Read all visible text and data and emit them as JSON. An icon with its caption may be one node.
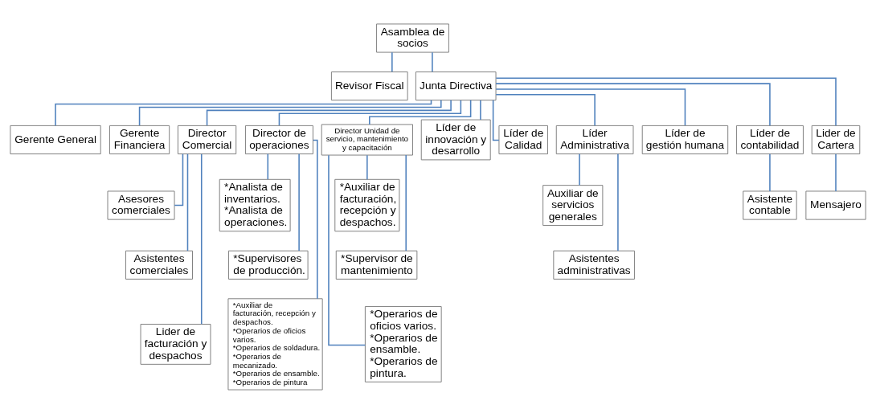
{
  "diagram": {
    "nodes": [
      {
        "text": [
          "Asamblea de socios"
        ]
      },
      {
        "text": [
          "Revisor Fiscal"
        ]
      },
      {
        "text": [
          "Junta Directiva"
        ]
      },
      {
        "text": [
          "Gerente General"
        ]
      },
      {
        "text": [
          "Gerente Financiera"
        ]
      },
      {
        "text": [
          "Director Comercial"
        ]
      },
      {
        "text": [
          "Director de operaciones"
        ]
      },
      {
        "text": [
          "Director Unidad de servicio, mantenimiento y capacitación"
        ]
      },
      {
        "text": [
          "Líder de innovación y desarrollo"
        ]
      },
      {
        "text": [
          "Líder de Calidad"
        ]
      },
      {
        "text": [
          "Líder Administrativa"
        ]
      },
      {
        "text": [
          "Líder de gestión humana"
        ]
      },
      {
        "text": [
          "Líder de contabilidad"
        ]
      },
      {
        "text": [
          "Lider de Cartera"
        ]
      },
      {
        "text": [
          "Asesores comerciales"
        ]
      },
      {
        "text": [
          "Asistentes comerciales"
        ]
      },
      {
        "text": [
          "Lider de facturación y despachos"
        ]
      },
      {
        "text": [
          "*Analista de inventarios.",
          "*Analista de operaciones."
        ]
      },
      {
        "text": [
          "*Supervisores de producción."
        ]
      },
      {
        "text": [
          "*Auxiliar de facturación, recepción y despachos.",
          "*Operarios de oficios varios.",
          "*Operarios de soldadura.",
          "*Operarios de mecanizado.",
          "*Operarios de ensamble.",
          "*Operarios de pintura"
        ]
      },
      {
        "text": [
          "*Auxiliar de facturación, recepción y despachos."
        ]
      },
      {
        "text": [
          "*Supervisor de mantenimiento"
        ]
      },
      {
        "text": [
          "*Operarios de oficios varios.",
          "*Operarios de ensamble.",
          "*Operarios de pintura."
        ]
      },
      {
        "text": [
          "Auxiliar de servicios generales"
        ]
      },
      {
        "text": [
          "Asistentes administrativas"
        ]
      },
      {
        "text": [
          "Asistente contable"
        ]
      },
      {
        "text": [
          "Mensajero"
        ]
      }
    ],
    "edges": [
      {
        "from": 0,
        "to": 1,
        "arrow": "none"
      },
      {
        "from": 0,
        "to": 2,
        "arrow": "none"
      },
      {
        "from": 2,
        "to": 3,
        "arrow": "none"
      },
      {
        "from": 2,
        "to": 4,
        "arrow": "none"
      },
      {
        "from": 2,
        "to": 5,
        "arrow": "none"
      },
      {
        "from": 2,
        "to": 6,
        "arrow": "none"
      },
      {
        "from": 2,
        "to": 7,
        "arrow": "none"
      },
      {
        "from": 2,
        "to": 8,
        "arrow": "none"
      },
      {
        "from": 2,
        "to": 9,
        "arrow": "none"
      },
      {
        "from": 2,
        "to": 10,
        "arrow": "none"
      },
      {
        "from": 2,
        "to": 11,
        "arrow": "none"
      },
      {
        "from": 2,
        "to": 12,
        "arrow": "none"
      },
      {
        "from": 2,
        "to": 13,
        "arrow": "none"
      },
      {
        "from": 5,
        "to": 14,
        "arrow": "none"
      },
      {
        "from": 5,
        "to": 15,
        "arrow": "none"
      },
      {
        "from": 5,
        "to": 16,
        "arrow": "none"
      },
      {
        "from": 6,
        "to": 17,
        "arrow": "none"
      },
      {
        "from": 6,
        "to": 18,
        "arrow": "none"
      },
      {
        "from": 6,
        "to": 19,
        "arrow": "none"
      },
      {
        "from": 7,
        "to": 20,
        "arrow": "none"
      },
      {
        "from": 7,
        "to": 21,
        "arrow": "none"
      },
      {
        "from": 7,
        "to": 22,
        "arrow": "none"
      },
      {
        "from": 10,
        "to": 23,
        "arrow": "none"
      },
      {
        "from": 10,
        "to": 24,
        "arrow": "none"
      },
      {
        "from": 12,
        "to": 25,
        "arrow": "none"
      },
      {
        "from": 13,
        "to": 26,
        "arrow": "none"
      }
    ]
  }
}
